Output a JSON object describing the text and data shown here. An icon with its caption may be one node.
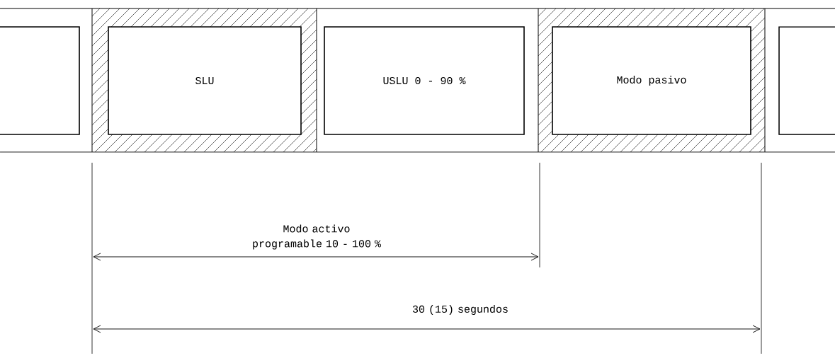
{
  "diagram": {
    "nodes": [
      {
        "text": [],
        "shape": "box"
      },
      {
        "text": [
          "SLU"
        ]
      },
      {
        "text": [
          "USLU 0 - 90 %"
        ]
      },
      {
        "text": [
          "Modo pasivo"
        ]
      },
      {
        "text": [],
        "shape": "box"
      }
    ],
    "labels": [
      "Modo activo programable 10 - 100 %",
      "30 (15) segundos"
    ]
  }
}
